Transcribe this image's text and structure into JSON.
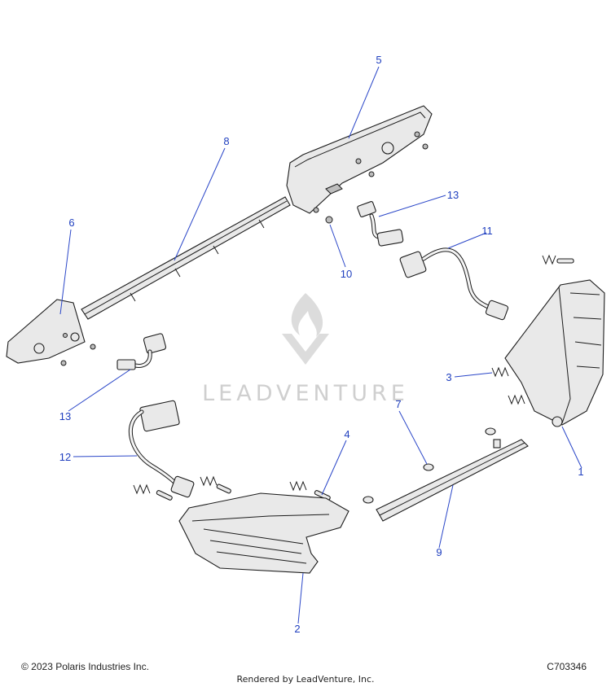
{
  "callouts": [
    {
      "id": "1",
      "text": "1"
    },
    {
      "id": "2",
      "text": "2"
    },
    {
      "id": "3",
      "text": "3"
    },
    {
      "id": "4",
      "text": "4"
    },
    {
      "id": "5",
      "text": "5"
    },
    {
      "id": "6",
      "text": "6"
    },
    {
      "id": "7",
      "text": "7"
    },
    {
      "id": "8",
      "text": "8"
    },
    {
      "id": "9",
      "text": "9"
    },
    {
      "id": "10",
      "text": "10"
    },
    {
      "id": "11",
      "text": "11"
    },
    {
      "id": "12",
      "text": "12"
    },
    {
      "id": "13a",
      "text": "13"
    },
    {
      "id": "13b",
      "text": "13"
    }
  ],
  "watermark": {
    "text": "LEADVENTURE"
  },
  "footer": {
    "copyright": "© 2023 Polaris Industries Inc.",
    "drawing_number": "C703346",
    "rendered_by": "Rendered by LeadVenture, Inc."
  },
  "colors": {
    "callout": "#1f3fbf",
    "line_art": "#1c1c1c",
    "watermark": "#cfcfcf"
  }
}
